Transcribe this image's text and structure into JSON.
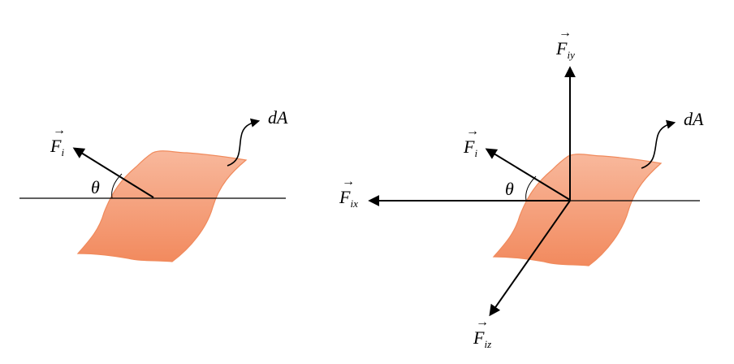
{
  "colors": {
    "surface_fill_top": "#f8b89c",
    "surface_fill_bottom": "#f28a5e",
    "surface_stroke": "#f08a5c",
    "line": "#000000"
  },
  "left_panel": {
    "force_label": "F",
    "force_subscript": "i",
    "angle_label": "θ",
    "area_label": "dA"
  },
  "right_panel": {
    "force_label": "F",
    "force_subscript": "i",
    "force_x_label": "F",
    "force_x_subscript": "ix",
    "force_y_label": "F",
    "force_y_subscript": "iy",
    "force_z_label": "F",
    "force_z_subscript": "iz",
    "angle_label": "θ",
    "area_label": "dA"
  }
}
